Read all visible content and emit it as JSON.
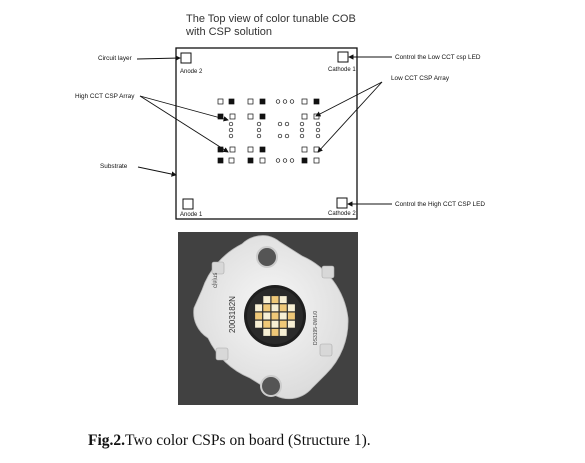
{
  "diagram": {
    "title_line1": "The Top view of color tunable COB",
    "title_line2": "with CSP solution",
    "pads": {
      "anode_top": "Anode 2",
      "cathode_top": "Cathode 1",
      "anode_bottom": "Anode 1",
      "cathode_bottom": "Cathode 2"
    },
    "callouts": {
      "circuit_layer": "Circuit layer",
      "high_cct_array": "High CCT CSP Array",
      "substrate": "Substrate",
      "control_low": "Control the Low CCT csp LED",
      "low_cct_array": "Low CCT CSP Array",
      "control_high": "Control the High CCT CSP LED"
    }
  },
  "photo": {
    "board_marks": {
      "code_main": "2003182N",
      "code_side": "DS3195-0W1/0",
      "ul_mark": "c⒰us"
    }
  },
  "caption": {
    "label": "Fig.2.",
    "text": "Two color CSPs on board (Structure 1)."
  },
  "colors": {
    "board_bg": "#4a4a4a",
    "pcb_white": "#f1f1f1",
    "led_warm": "#efc878",
    "led_cool": "#f7efd4"
  }
}
